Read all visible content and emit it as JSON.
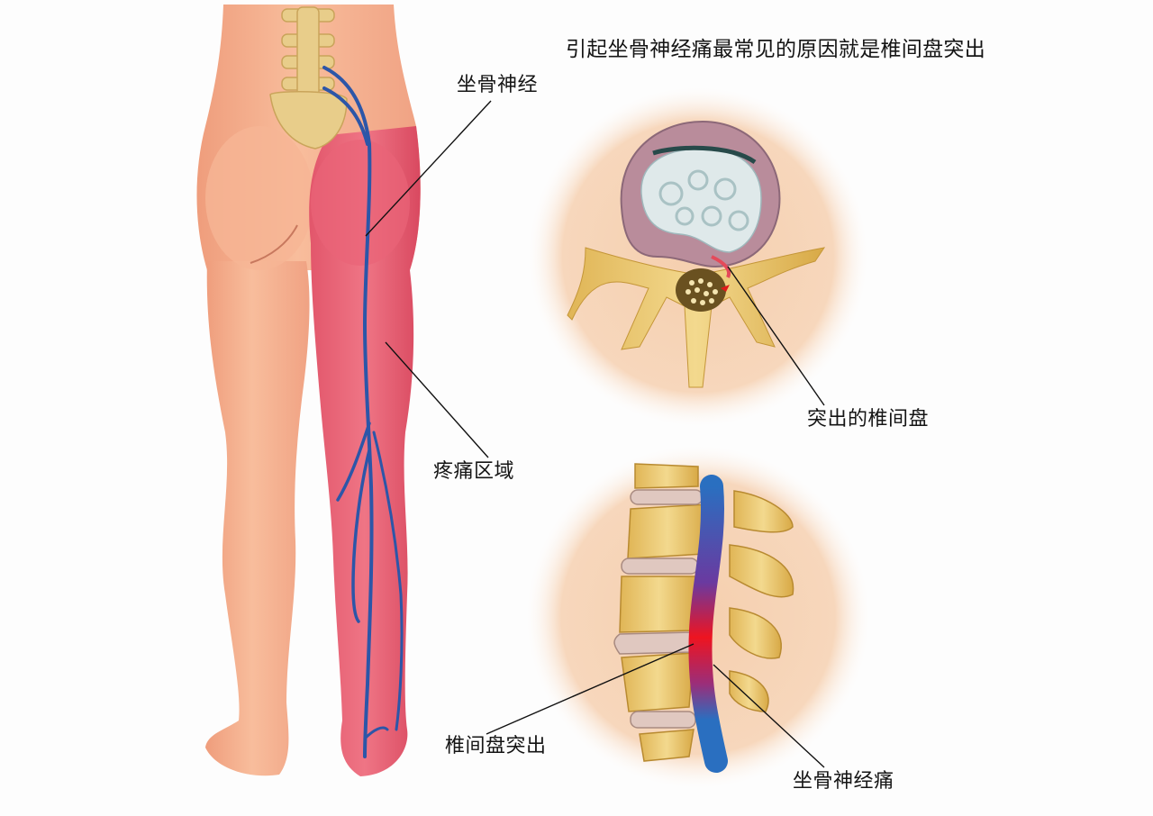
{
  "diagram": {
    "title": "引起坐骨神经痛最常见的原因就是椎间盘突出",
    "labels": {
      "sciatic_nerve": "坐骨神经",
      "pain_area": "疼痛区域",
      "herniated_disc_top": "突出的椎间盘",
      "disc_herniation": "椎间盘突出",
      "sciatica": "坐骨神经痛"
    },
    "panels": {
      "legs": "Posterior view of legs with sciatic nerve path and red pain area on right leg",
      "disc_cross_section": "Axial view of vertebra with herniated disc pressing on nerve root",
      "spine_side_view": "Sagittal view of lumbar spine with disc herniation compressing nerve (red)"
    },
    "colors": {
      "skin": "#f4b08e",
      "pain": "#e85a6e",
      "nerve": "#2c56a8",
      "bone": "#e8c56a",
      "disc_ring": "#b58a97",
      "disc_nucleus": "#dfe9ea",
      "circle_bg": "#f6d3b5",
      "inflamed": "#e8182a"
    }
  }
}
